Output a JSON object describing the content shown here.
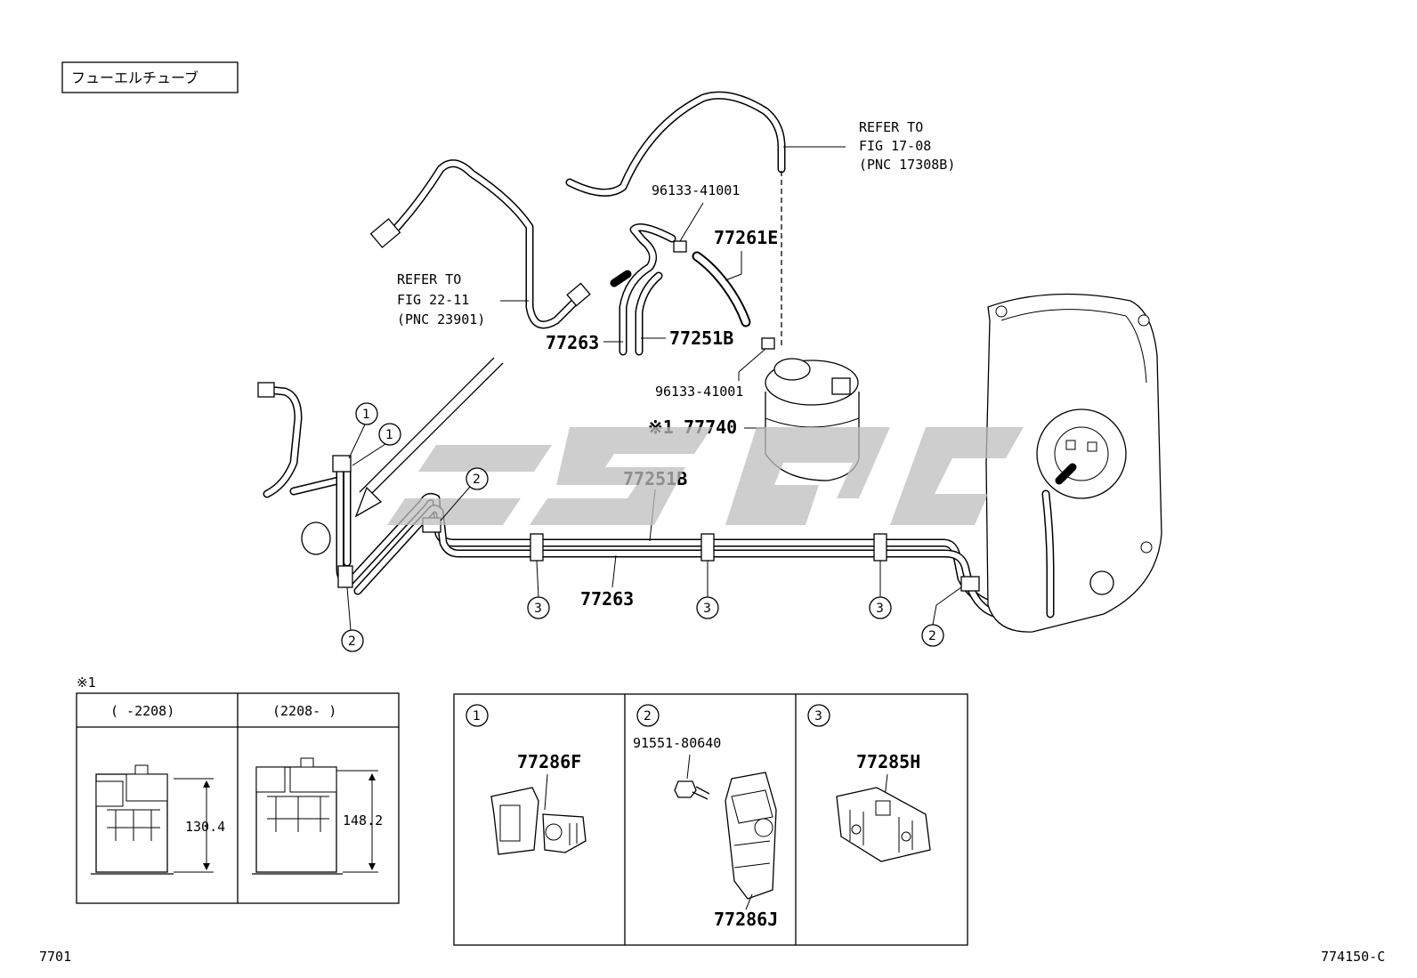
{
  "title_box": "フューエルチューブ",
  "refer_top": {
    "line1": "REFER TO",
    "line2": "FIG 17-08",
    "line3": "(PNC 17308B)"
  },
  "refer_left": {
    "line1": "REFER TO",
    "line2": "FIG 22-11",
    "line3": "(PNC 23901)"
  },
  "parts": {
    "clip_upper": "96133-41001",
    "clip_lower": "96133-41001",
    "hose_e": "77261E",
    "tube_263_upper": "77263",
    "tube_251b_upper": "77251B",
    "canister_mark": "※1",
    "canister": "77740",
    "tube_251b_main": "77251B",
    "tube_263_main": "77263"
  },
  "callouts": [
    "1",
    "1",
    "2",
    "2",
    "2",
    "3",
    "3",
    "3"
  ],
  "variant_table": {
    "mark": "※1",
    "col1_header": "(      -2208)",
    "col2_header": "(2208-      )",
    "col1_dim": "130.4",
    "col2_dim": "148.2"
  },
  "detail_panels": [
    {
      "num": "1",
      "part_a": "77286F"
    },
    {
      "num": "2",
      "part_a": "91551-80640",
      "part_b": "77286J"
    },
    {
      "num": "3",
      "part_a": "77285H"
    }
  ],
  "footer_left": "7701",
  "footer_right": "774150-C",
  "watermark_color": "#bdbdbd"
}
